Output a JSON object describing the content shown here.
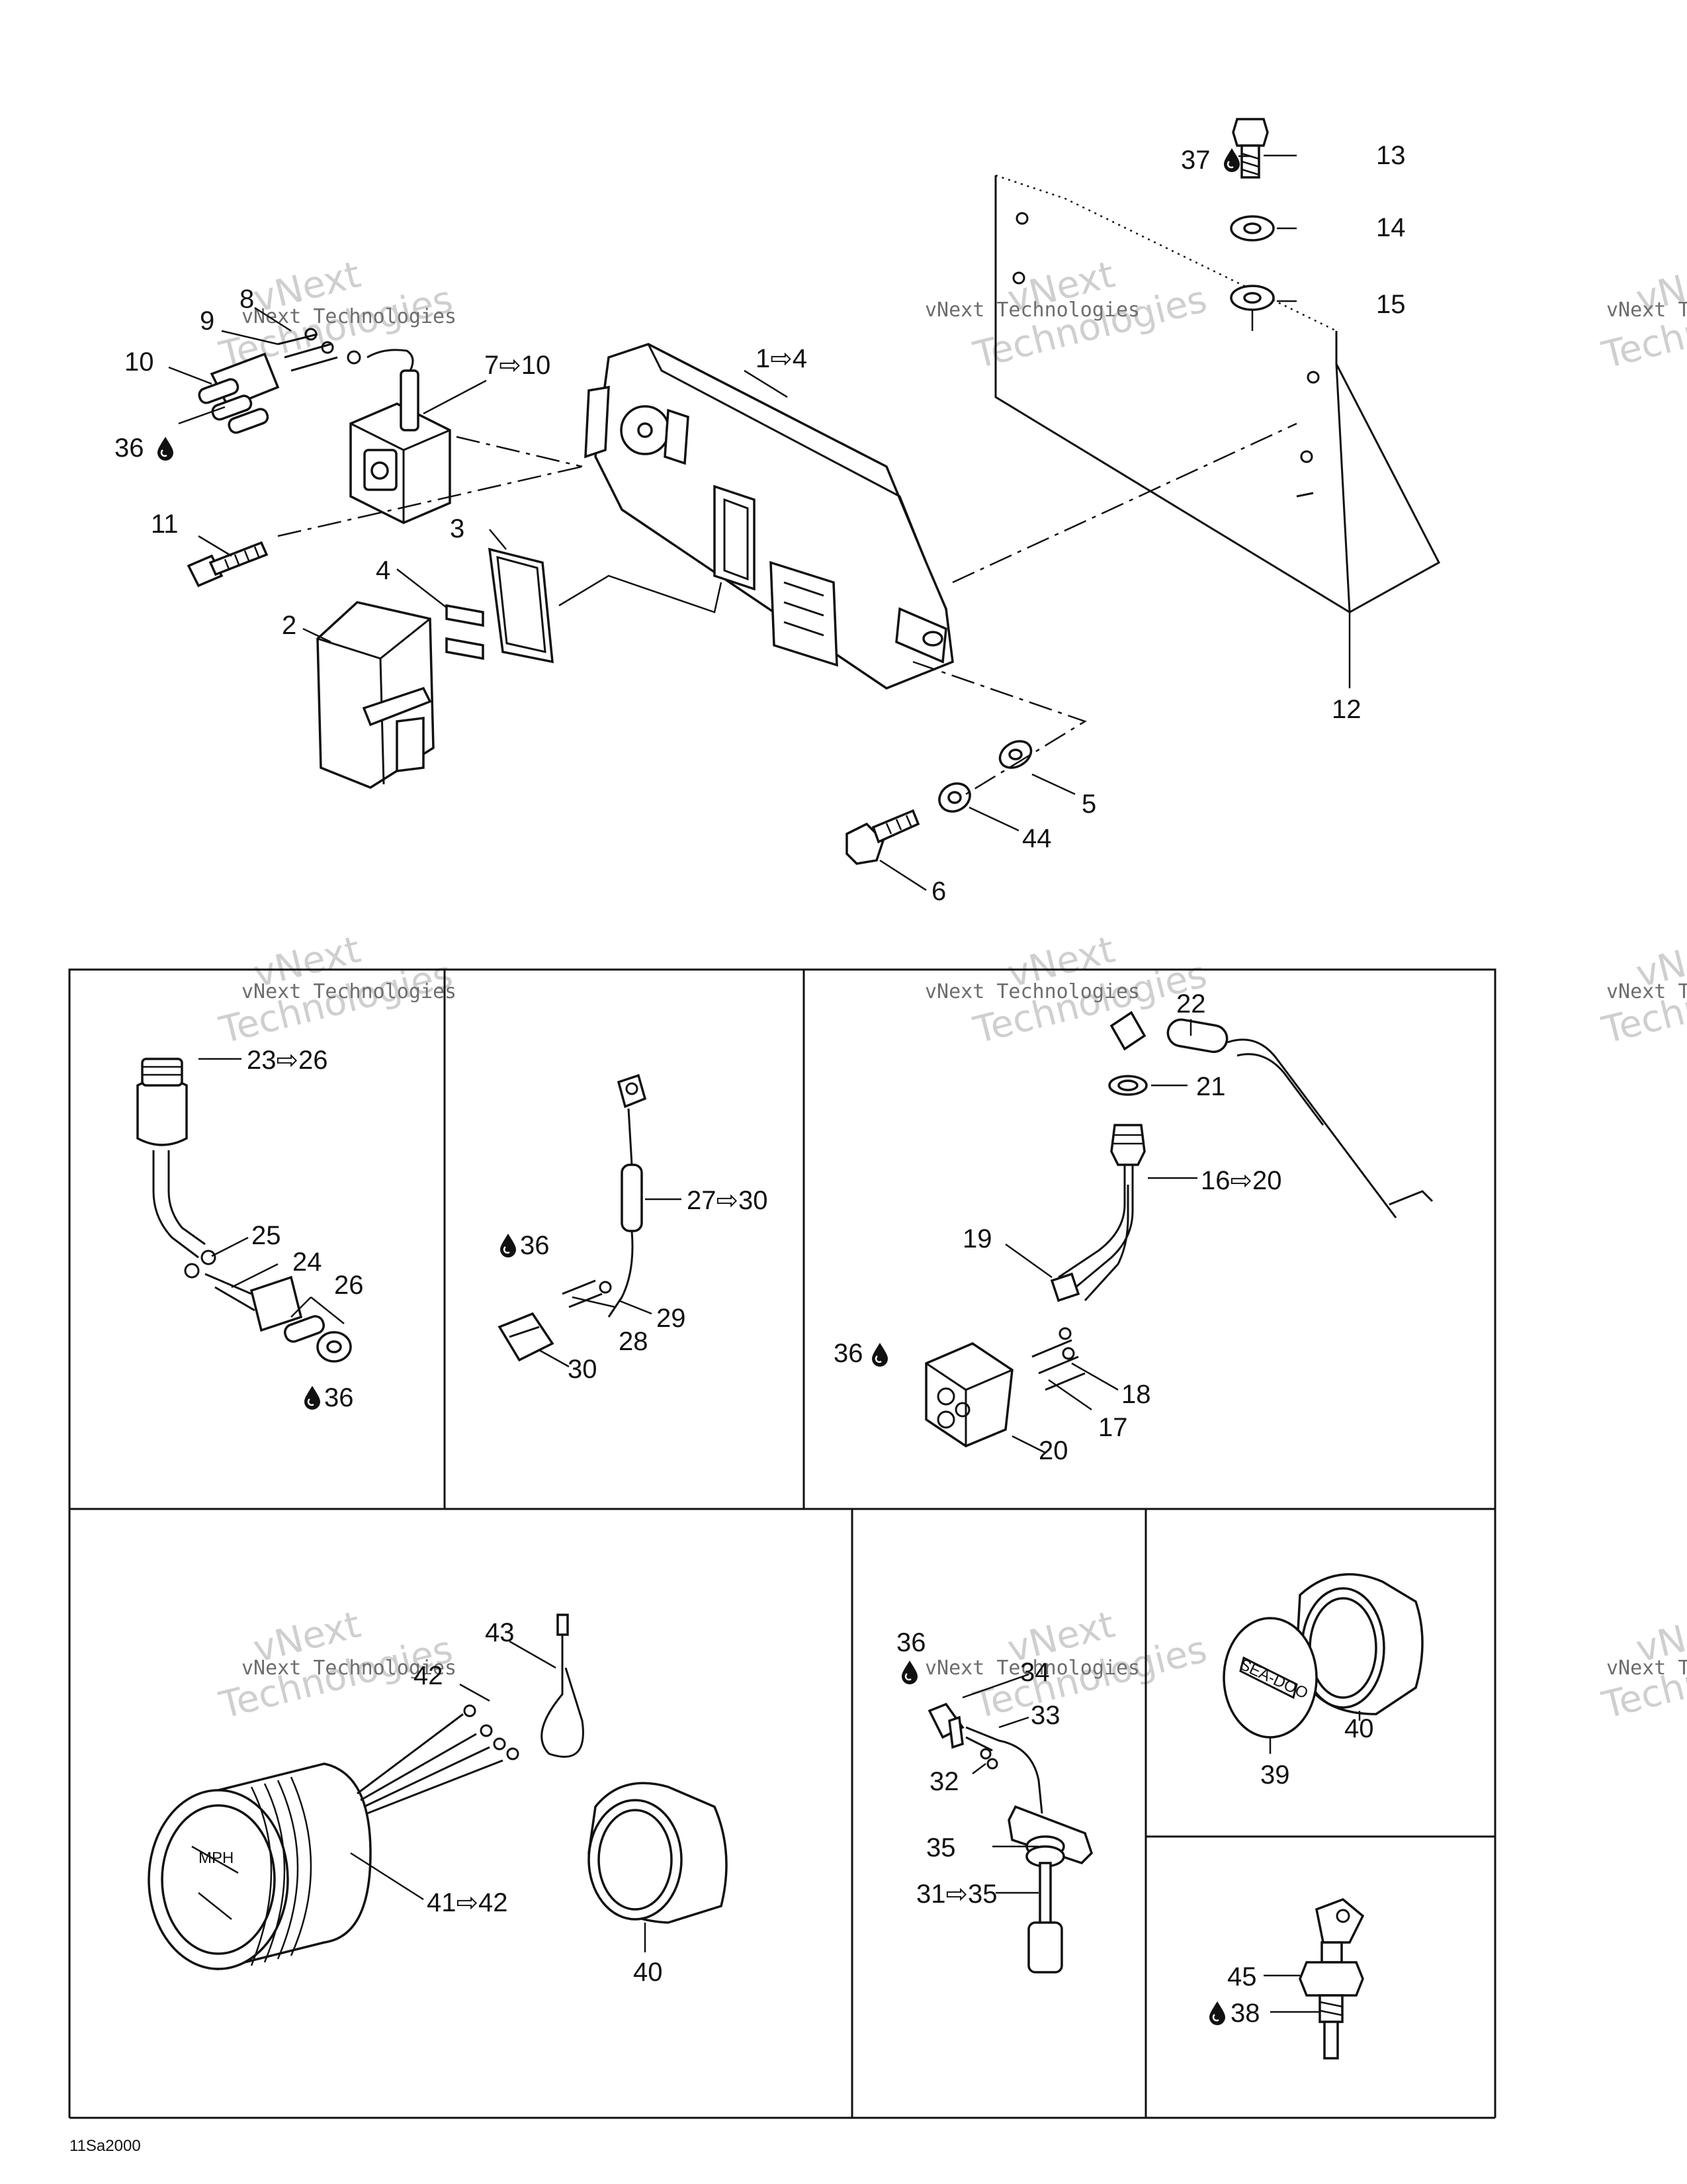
{
  "diagram": {
    "drawing_code": "11Sa2000",
    "watermark": {
      "text_small": "vNext Technologies",
      "text_large_1": "vNext",
      "text_large_2": "Technologies"
    },
    "callouts": {
      "c1": "1⇨4",
      "c2": "2",
      "c3": "3",
      "c4": "4",
      "c5": "5",
      "c6": "6",
      "c7": "7⇨10",
      "c8": "8",
      "c9": "9",
      "c10": "10",
      "c11": "11",
      "c12": "12",
      "c13": "13",
      "c14": "14",
      "c15": "15",
      "c36a": "36",
      "c37": "37",
      "c44": "44",
      "c23": "23⇨26",
      "c24": "24",
      "c25": "25",
      "c26": "26",
      "c36b": "36",
      "c27": "27⇨30",
      "c28": "28",
      "c29": "29",
      "c30": "30",
      "c36c": "36",
      "c16": "16⇨20",
      "c17": "17",
      "c18": "18",
      "c19": "19",
      "c20": "20",
      "c21": "21",
      "c22": "22",
      "c36d": "36",
      "c40a": "40",
      "c41": "41⇨42",
      "c42": "42",
      "c43": "43",
      "c31": "31⇨35",
      "c32": "32",
      "c33": "33",
      "c34": "34",
      "c35": "35",
      "c36e": "36",
      "c39": "39",
      "c40b": "40",
      "c38": "38",
      "c45": "45"
    },
    "gauge_brand": "SEA-DOO"
  }
}
